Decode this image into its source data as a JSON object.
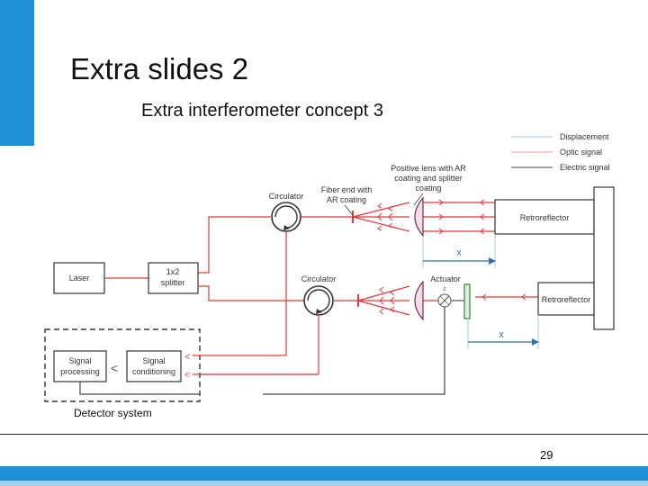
{
  "slide": {
    "title": "Extra slides 2",
    "subtitle": "Extra interferometer concept 3",
    "page_number": "29"
  },
  "legend": {
    "displacement": "Displacement",
    "optic_signal": "Optic signal",
    "electric_signal": "Electric signal"
  },
  "labels": {
    "positive_lens_line1": "Positive lens with AR",
    "positive_lens_line2": "coating and splitter",
    "positive_lens_line3": "coating",
    "fiber_end_line1": "Fiber end with",
    "fiber_end_line2": "AR coating",
    "circulator_top": "Circulator",
    "circulator_bottom": "Circulator",
    "retroreflector_top": "Retroreflector",
    "retroreflector_bottom": "Retroreflector",
    "laser": "Laser",
    "splitter_line1": "1x2",
    "splitter_line2": "splitter",
    "actuator": "Actuator",
    "actuator_z": "z",
    "signal_processing_line1": "Signal",
    "signal_processing_line2": "processing",
    "signal_conditioning_line1": "Signal",
    "signal_conditioning_line2": "conditioning",
    "detector_system": "Detector system",
    "x_top": "x",
    "x_bottom": "x"
  },
  "colors": {
    "accent": "#1f8fd8",
    "optic": "#e23a3a",
    "electric": "#444444",
    "displacement": "#2f6fb0",
    "lens_fill": "#f3dde8",
    "lens_stroke": "#7a2a52",
    "mirror": "#2a8a3a"
  }
}
